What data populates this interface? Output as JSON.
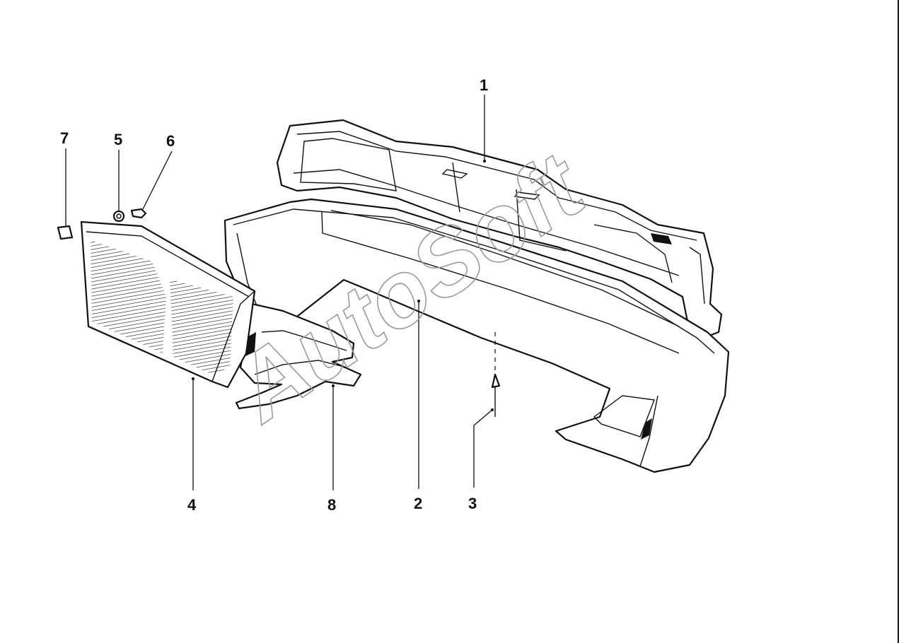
{
  "diagram": {
    "callouts": [
      {
        "id": "c1",
        "label": "1"
      },
      {
        "id": "c2",
        "label": "2"
      },
      {
        "id": "c3",
        "label": "3"
      },
      {
        "id": "c4",
        "label": "4"
      },
      {
        "id": "c5",
        "label": "5"
      },
      {
        "id": "c6",
        "label": "6"
      },
      {
        "id": "c7",
        "label": "7"
      },
      {
        "id": "c8",
        "label": "8"
      }
    ],
    "watermark": "AutoSoft",
    "colors": {
      "ink": "#111111",
      "watermark": "#9a9a9a",
      "background": "#ffffff"
    }
  }
}
